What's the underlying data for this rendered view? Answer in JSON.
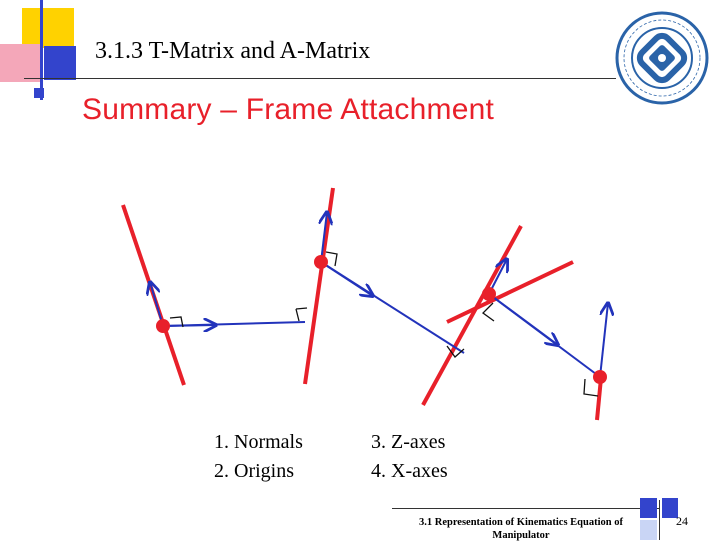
{
  "slide": {
    "title": "3.1.3  T-Matrix and A-Matrix",
    "heading": "Summary – Frame Attachment"
  },
  "steps": [
    {
      "label": "1. Normals"
    },
    {
      "label": "2. Origins"
    },
    {
      "label": "3. Z-axes"
    },
    {
      "label": "4. X-axes"
    }
  ],
  "footer": {
    "text": "3.1  Representation of Kinematics Equation of Manipulator",
    "page_number": "24"
  },
  "colors": {
    "accent_blue": "#3344cc",
    "accent_yellow": "#ffd200",
    "accent_pink": "#f4a7b9",
    "heading_red": "#e8202a",
    "joint_red": "#e8202a",
    "link_blue": "#2233bb",
    "logo_blue": "#2a63a8"
  },
  "logo": {
    "icon": "university-seal-icon"
  }
}
